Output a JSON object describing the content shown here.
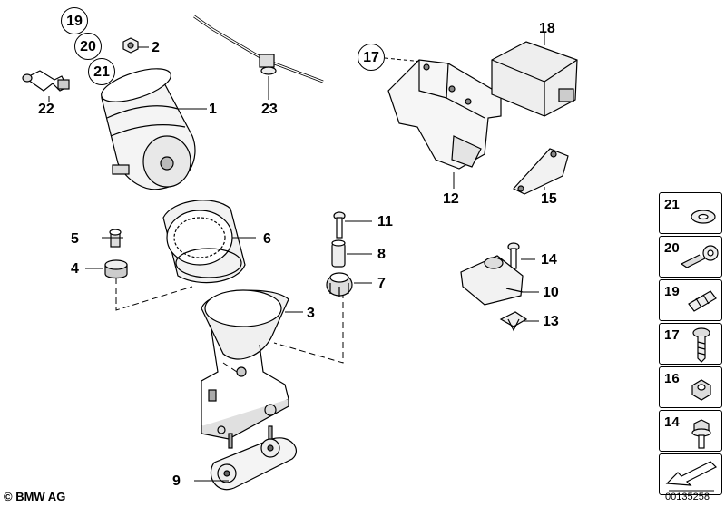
{
  "callouts": {
    "c1": "1",
    "c2": "2",
    "c3": "3",
    "c4": "4",
    "c5": "5",
    "c6": "6",
    "c7": "7",
    "c8": "8",
    "c9": "9",
    "c10": "10",
    "c11": "11",
    "c12": "12",
    "c13": "13",
    "c14": "14",
    "c15": "15",
    "c17": "17",
    "c18": "18",
    "c19": "19",
    "c20": "20",
    "c21": "21",
    "c22": "22",
    "c23": "23"
  },
  "legend": {
    "items": [
      "21",
      "20",
      "19",
      "17",
      "16",
      "14"
    ]
  },
  "footer": {
    "copyright": "© BMW AG",
    "doc_id": "00135258"
  }
}
